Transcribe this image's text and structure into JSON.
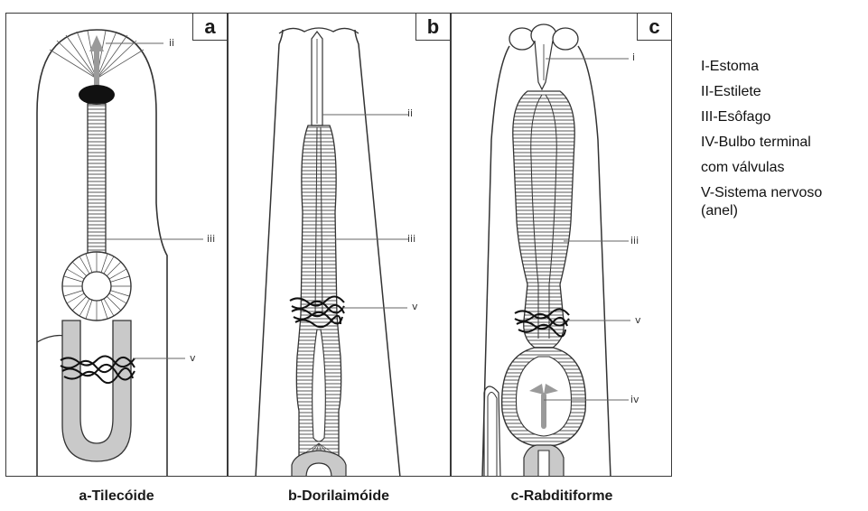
{
  "panels": {
    "a": {
      "tag": "a",
      "labels": {
        "ii": "ii",
        "iii": "iii",
        "v": "v"
      },
      "caption": "a-Tilecóide"
    },
    "b": {
      "tag": "b",
      "labels": {
        "ii": "ii",
        "iii": "iii",
        "v": "v"
      },
      "caption": "b-Dorilaimóide"
    },
    "c": {
      "tag": "c",
      "labels": {
        "i": "i",
        "iii": "iii",
        "v": "v",
        "iv": "iv"
      },
      "caption": "c-Rabditiforme"
    }
  },
  "legend": [
    "I-Estoma",
    "II-Estilete",
    "III-Esôfago",
    "IV-Bulbo terminal",
    "com válvulas",
    "V-Sistema nervoso",
    "(anel)"
  ]
}
